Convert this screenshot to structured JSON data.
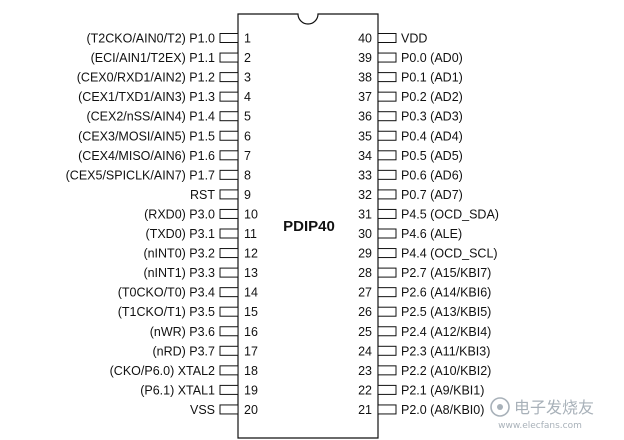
{
  "package": {
    "title": "PDIP40"
  },
  "left_pins": [
    {
      "num": "1",
      "label": "(T2CKO/AIN0/T2) P1.0"
    },
    {
      "num": "2",
      "label": "(ECI/AIN1/T2EX) P1.1"
    },
    {
      "num": "3",
      "label": "(CEX0/RXD1/AIN2) P1.2"
    },
    {
      "num": "4",
      "label": "(CEX1/TXD1/AIN3) P1.3"
    },
    {
      "num": "5",
      "label": "(CEX2/nSS/AIN4) P1.4"
    },
    {
      "num": "6",
      "label": "(CEX3/MOSI/AIN5) P1.5"
    },
    {
      "num": "7",
      "label": "(CEX4/MISO/AIN6) P1.6"
    },
    {
      "num": "8",
      "label": "(CEX5/SPICLK/AIN7) P1.7"
    },
    {
      "num": "9",
      "label": "RST"
    },
    {
      "num": "10",
      "label": "(RXD0) P3.0"
    },
    {
      "num": "11",
      "label": "(TXD0) P3.1"
    },
    {
      "num": "12",
      "label": "(nINT0) P3.2"
    },
    {
      "num": "13",
      "label": "(nINT1) P3.3"
    },
    {
      "num": "14",
      "label": "(T0CKO/T0) P3.4"
    },
    {
      "num": "15",
      "label": "(T1CKO/T1) P3.5"
    },
    {
      "num": "16",
      "label": "(nWR) P3.6"
    },
    {
      "num": "17",
      "label": "(nRD) P3.7"
    },
    {
      "num": "18",
      "label": "(CKO/P6.0) XTAL2"
    },
    {
      "num": "19",
      "label": "(P6.1) XTAL1"
    },
    {
      "num": "20",
      "label": "VSS"
    }
  ],
  "right_pins": [
    {
      "num": "40",
      "label": "VDD"
    },
    {
      "num": "39",
      "label": "P0.0 (AD0)"
    },
    {
      "num": "38",
      "label": "P0.1 (AD1)"
    },
    {
      "num": "37",
      "label": "P0.2 (AD2)"
    },
    {
      "num": "36",
      "label": "P0.3 (AD3)"
    },
    {
      "num": "35",
      "label": "P0.4 (AD4)"
    },
    {
      "num": "34",
      "label": "P0.5 (AD5)"
    },
    {
      "num": "33",
      "label": "P0.6 (AD6)"
    },
    {
      "num": "32",
      "label": "P0.7 (AD7)"
    },
    {
      "num": "31",
      "label": "P4.5 (OCD_SDA)"
    },
    {
      "num": "30",
      "label": "P4.6 (ALE)"
    },
    {
      "num": "29",
      "label": "P4.4 (OCD_SCL)"
    },
    {
      "num": "28",
      "label": "P2.7 (A15/KBI7)"
    },
    {
      "num": "27",
      "label": "P2.6 (A14/KBI6)"
    },
    {
      "num": "26",
      "label": "P2.5 (A13/KBI5)"
    },
    {
      "num": "25",
      "label": "P2.4 (A12/KBI4)"
    },
    {
      "num": "24",
      "label": "P2.3 (A11/KBI3)"
    },
    {
      "num": "23",
      "label": "P2.2 (A10/KBI2)"
    },
    {
      "num": "22",
      "label": "P2.1 (A9/KBI1)"
    },
    {
      "num": "21",
      "label": "P2.0 (A8/KBI0)"
    }
  ],
  "watermark": {
    "text": "电子发烧友",
    "url": "www.elecfans.com"
  },
  "colors": {
    "line": "#111111",
    "watermark": "#9aa4ad"
  }
}
